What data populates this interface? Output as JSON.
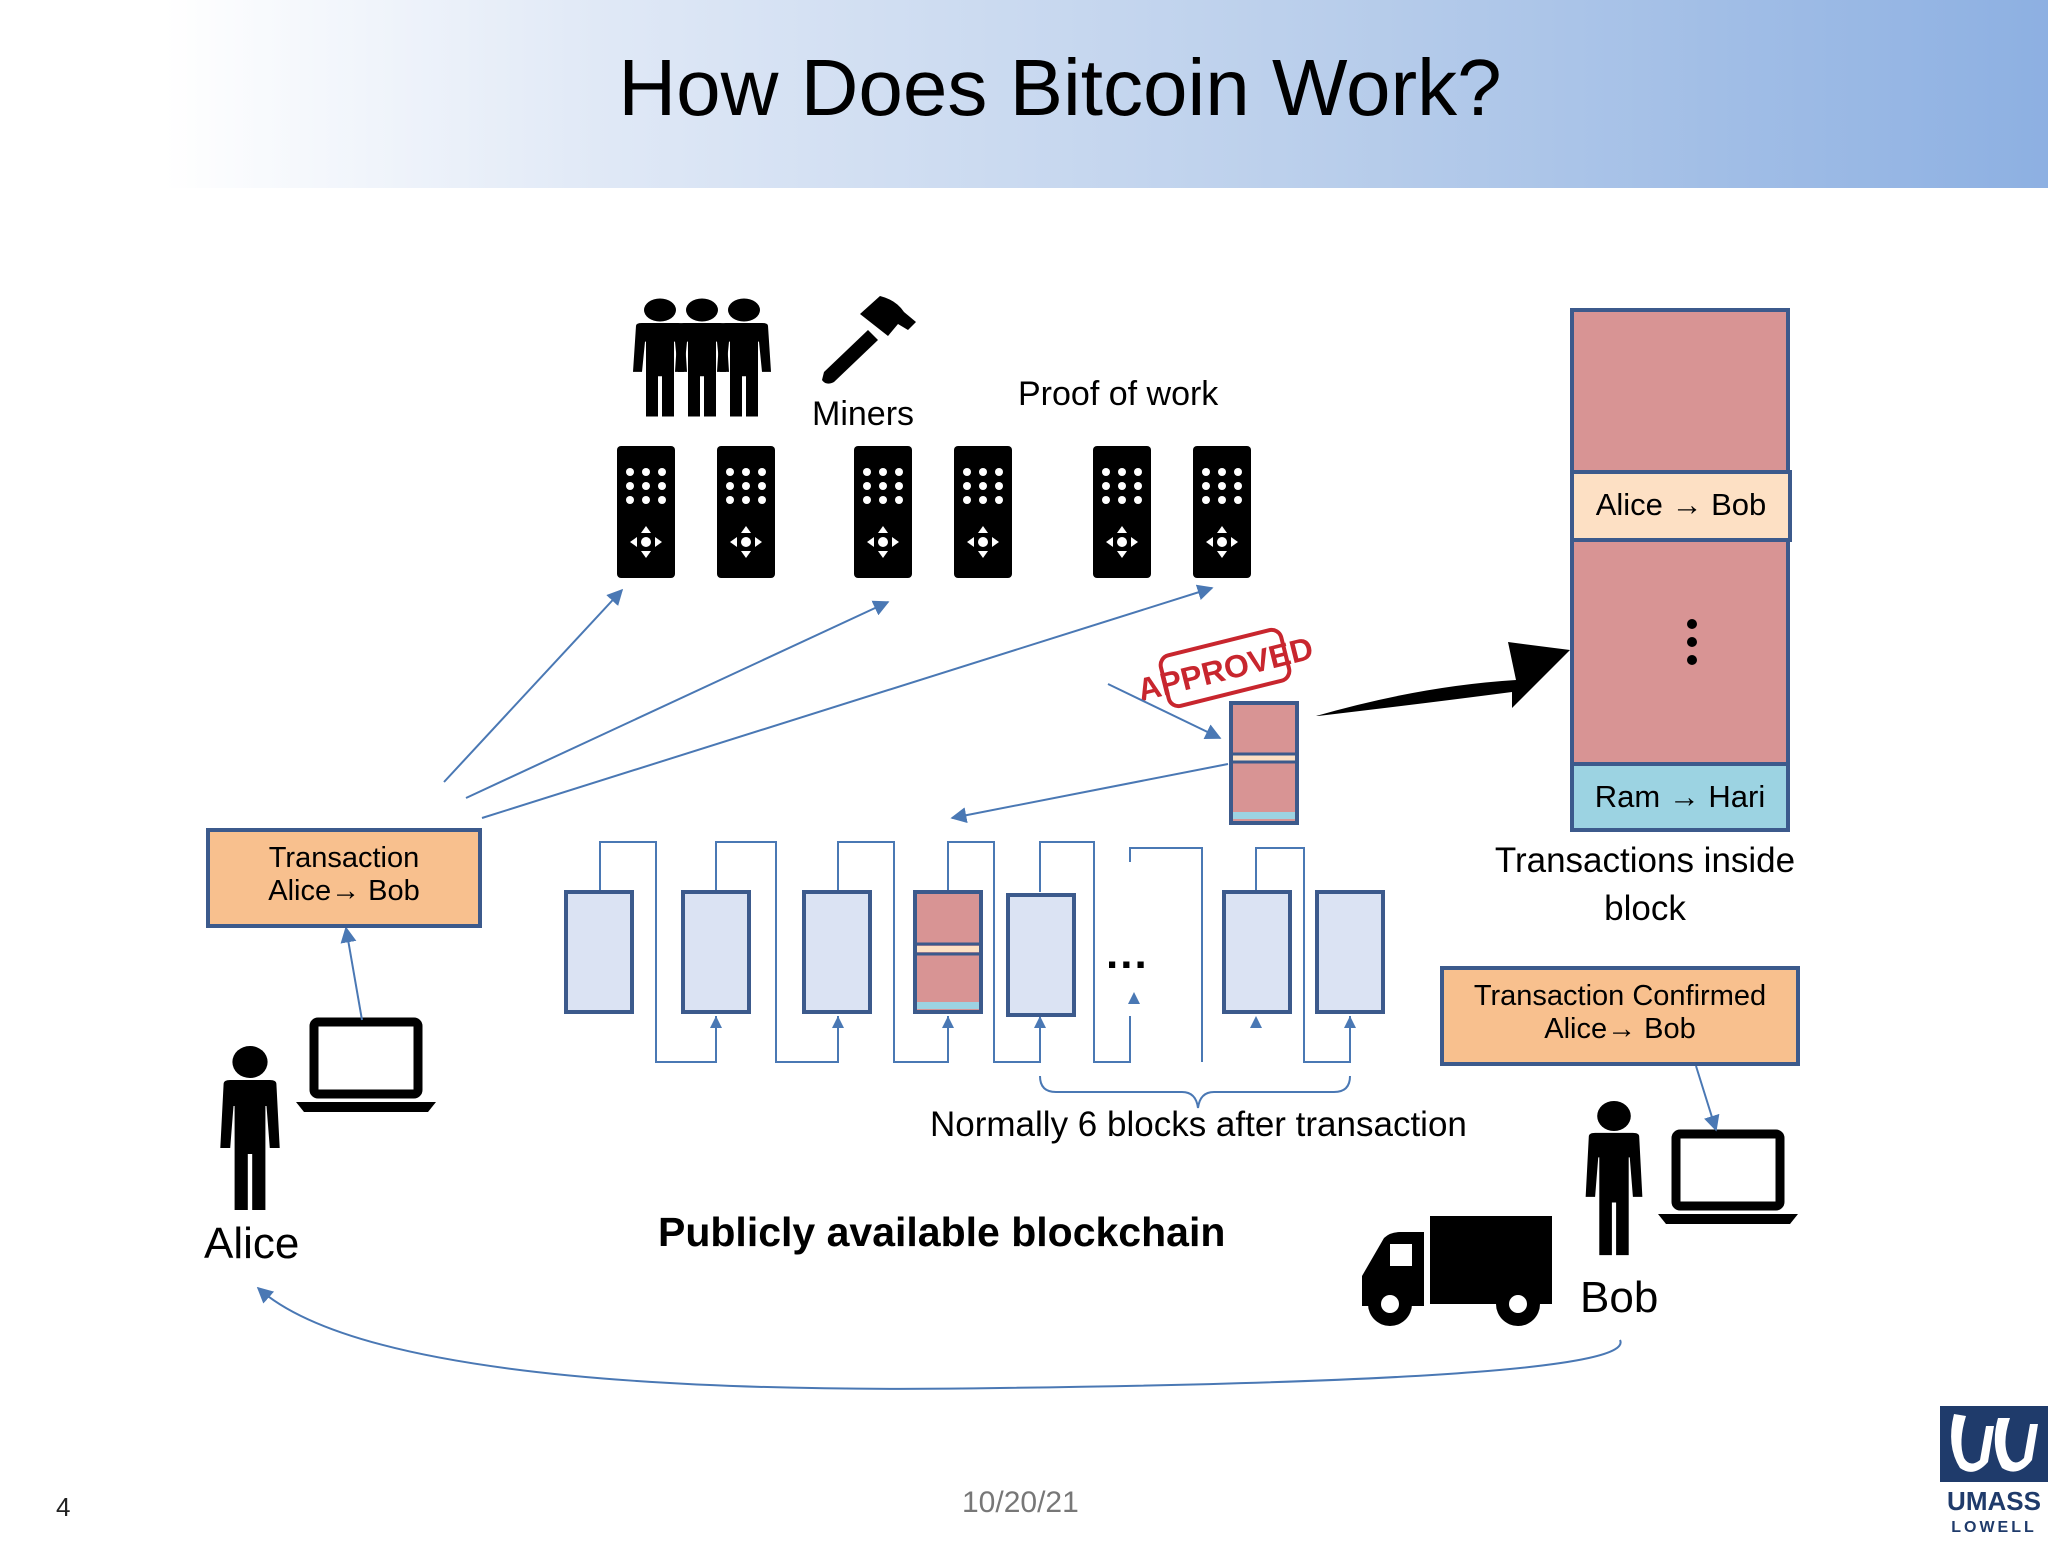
{
  "slide": {
    "title": "How Does Bitcoin Work?",
    "page_number": "4",
    "date": "10/20/21"
  },
  "labels": {
    "miners": "Miners",
    "proof_of_work": "Proof of work",
    "approved": "APPROVED",
    "transactions_inside": "Transactions inside",
    "block": "block",
    "normally_six": "Normally 6 blocks after transaction",
    "public_chain": "Publicly available blockchain",
    "alice": "Alice",
    "bob": "Bob",
    "ellipsis": "..."
  },
  "transaction_box": {
    "line1": "Transaction",
    "line2": "Alice→ Bob"
  },
  "confirmed_box": {
    "line1": "Transaction Confirmed",
    "line2": "Alice→ Bob"
  },
  "block_detail": {
    "tx1": "Alice → Bob",
    "tx2": "Ram → Hari"
  },
  "logo": {
    "text1": "UMASS",
    "text2": "LOWELL"
  },
  "colors": {
    "arrow": "#4a78b4",
    "block_fill": "#dbe3f3",
    "block_stroke": "#3c5a8c",
    "block_red": "#d89494",
    "tx_box_fill": "#f8c08e",
    "tx_peach": "#fde0c4",
    "tx_blue": "#9cd3e2"
  },
  "icons": [
    "people-icon",
    "hammer-icon",
    "server-icon",
    "approved-stamp-icon",
    "laptop-icon",
    "person-icon",
    "truck-icon",
    "umass-logo-icon"
  ]
}
